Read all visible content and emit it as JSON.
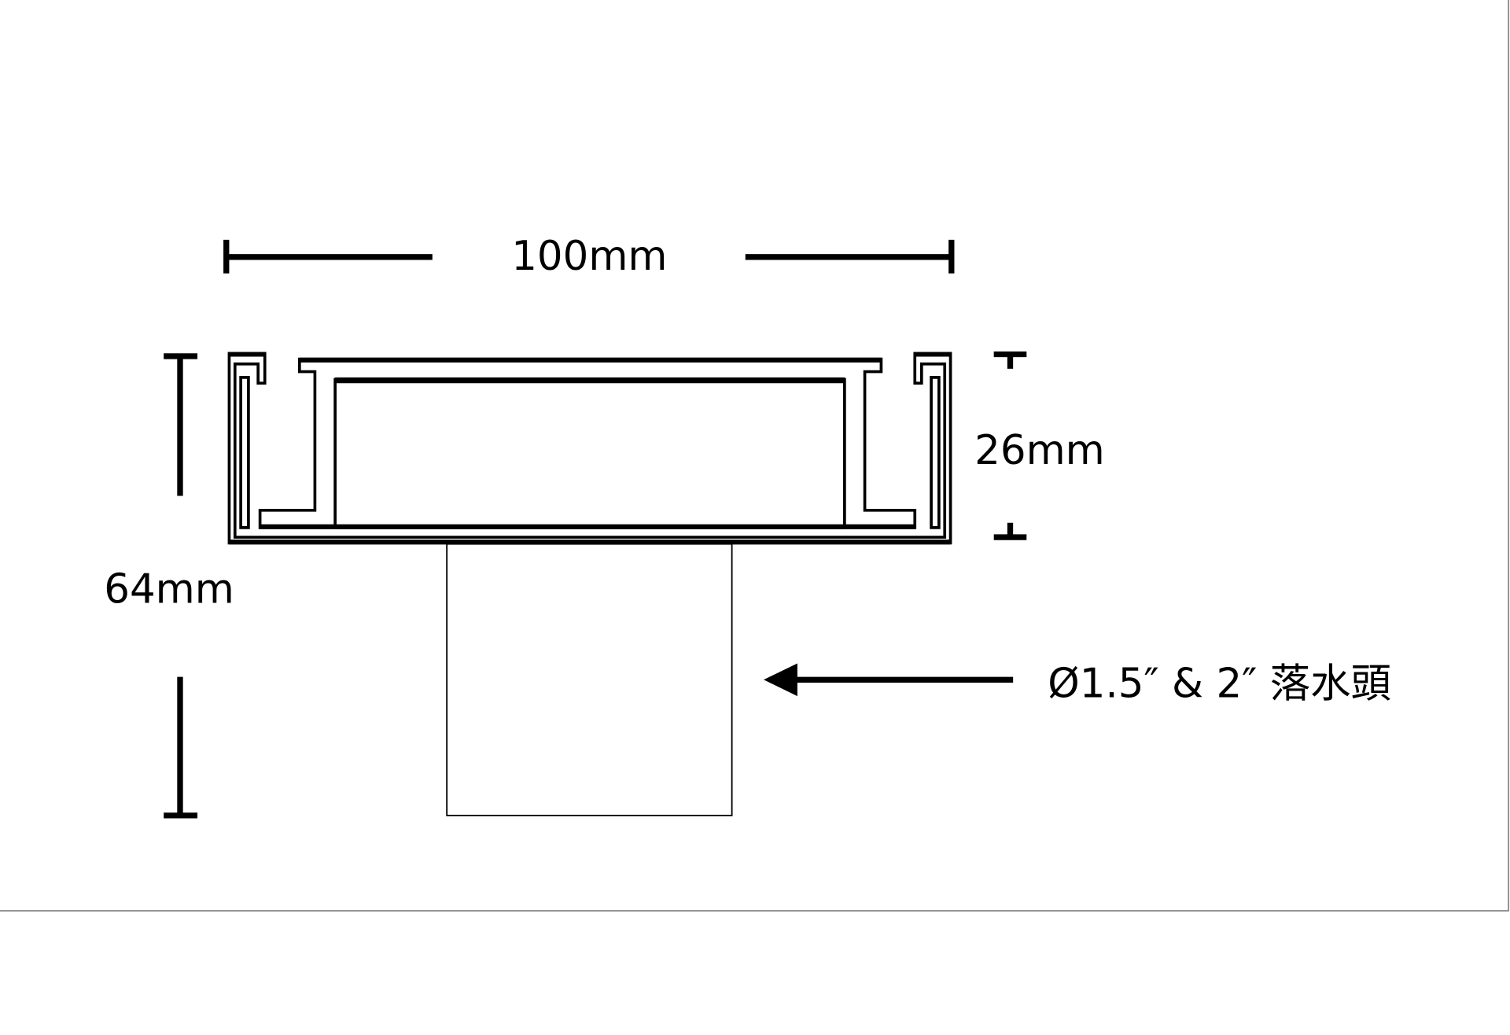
{
  "diagram": {
    "dimensions": {
      "width_label": "100mm",
      "frame_height_label": "26mm",
      "total_height_label": "64mm"
    },
    "callout": {
      "pipe_label": "Ø1.5″ & 2″ 落水頭"
    },
    "colors": {
      "line": "#000000",
      "border": "#8a8a8a",
      "background": "#ffffff"
    }
  }
}
